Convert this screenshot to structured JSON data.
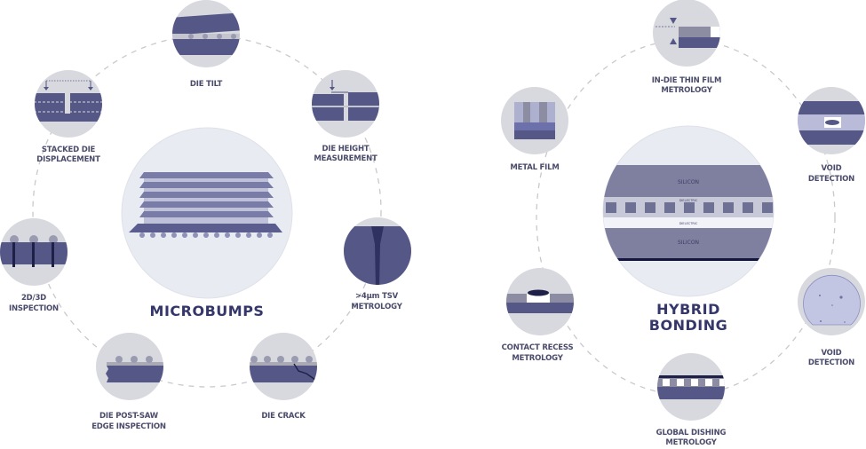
{
  "colors": {
    "navy": "#555886",
    "node_grey": "#d8d9de",
    "center_bg": "#e9ebf3",
    "text": "#4a4b6a",
    "title": "#35376b"
  },
  "microbumps": {
    "title": "MICROBUMPS",
    "nodes": [
      {
        "icon": "die-tilt-icon",
        "lines": [
          "DIE TILT"
        ]
      },
      {
        "icon": "die-height-icon",
        "lines": [
          "DIE HEIGHT",
          "MEASUREMENT"
        ]
      },
      {
        "icon": "tsv-icon",
        "lines": [
          ">4µm TSV",
          "METROLOGY"
        ]
      },
      {
        "icon": "die-crack-icon",
        "lines": [
          "DIE CRACK"
        ]
      },
      {
        "icon": "post-saw-edge-icon",
        "lines": [
          "DIE POST-SAW",
          "EDGE INSPECTION"
        ]
      },
      {
        "icon": "inspection-2d3d-icon",
        "lines": [
          "2D/3D",
          "INSPECTION"
        ]
      },
      {
        "icon": "stacked-die-icon",
        "lines": [
          "STACKED DIE",
          "DISPLACEMENT"
        ]
      }
    ]
  },
  "hybrid_bonding": {
    "title_lines": [
      "HYBRID",
      "BONDING"
    ],
    "center_labels": {
      "silicon_top": "SILICON",
      "dielectric_top": "DIELECTRIC",
      "dielectric_bottom": "DIELECTRIC",
      "silicon_bottom": "SILICON"
    },
    "nodes": [
      {
        "icon": "thin-film-icon",
        "lines": [
          "IN-DIE THIN FILM",
          "METROLOGY"
        ]
      },
      {
        "icon": "void-detection-icon",
        "lines": [
          "VOID",
          "DETECTION"
        ]
      },
      {
        "icon": "wafer-void-icon",
        "lines": [
          "VOID",
          "DETECTION"
        ]
      },
      {
        "icon": "global-dishing-icon",
        "lines": [
          "GLOBAL DISHING",
          "METROLOGY"
        ]
      },
      {
        "icon": "contact-recess-icon",
        "lines": [
          "CONTACT RECESS",
          "METROLOGY"
        ]
      },
      {
        "icon": "metal-film-icon",
        "lines": [
          "METAL FILM"
        ]
      }
    ]
  }
}
